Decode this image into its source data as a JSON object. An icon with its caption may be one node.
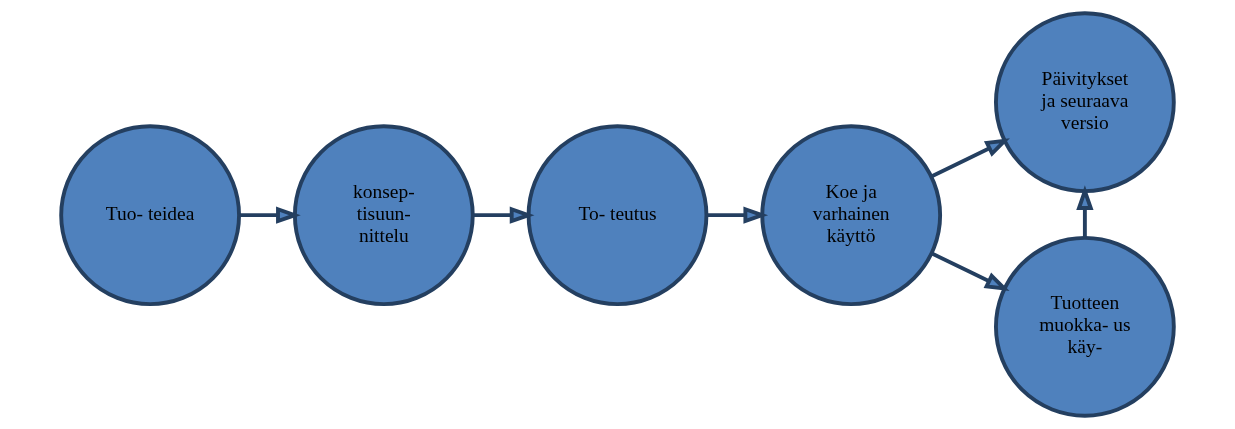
{
  "diagram": {
    "nodes": [
      {
        "text": [
          "Tuo- teidea"
        ]
      },
      {
        "text": [
          "konsep- tisuun- nittelu"
        ]
      },
      {
        "text": [
          "To- teutus"
        ]
      },
      {
        "text": [
          "Koe ja varhainen käyttö"
        ]
      },
      {
        "text": [
          "Päivitykset ja seuraava versio"
        ]
      },
      {
        "text": [
          "Tuotteen muokka- us käy-"
        ]
      }
    ],
    "edges": [
      {
        "from": 0,
        "to": 1,
        "arrow": "to"
      },
      {
        "from": 1,
        "to": 2,
        "arrow": "to"
      },
      {
        "from": 2,
        "to": 3,
        "arrow": "to"
      },
      {
        "from": 3,
        "to": 4,
        "arrow": "to"
      },
      {
        "from": 3,
        "to": 5,
        "arrow": "to"
      },
      {
        "from": 5,
        "to": 4,
        "arrow": "to"
      }
    ]
  }
}
